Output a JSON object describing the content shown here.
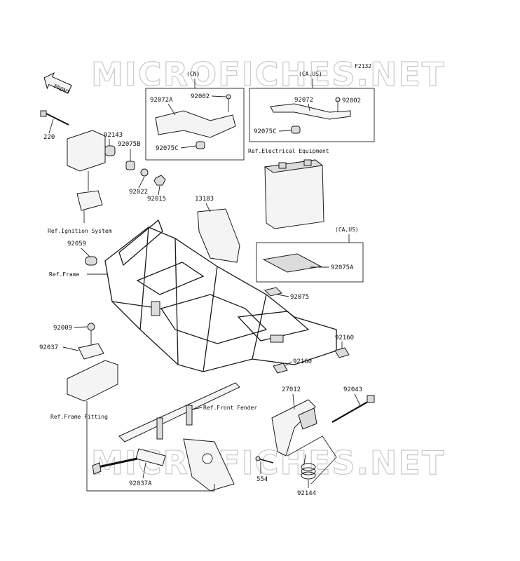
{
  "diagram_code": "F2132",
  "watermark": "MICROFICHES.NET",
  "front_label": "FRONT",
  "variant_labels": {
    "cn": "(CN)",
    "ca_us_top": "(CA,US)",
    "ca_us_battery": "(CA,US)"
  },
  "references": {
    "electrical": "Ref.Electrical Equipment",
    "ignition": "Ref.Ignition System",
    "frame": "Ref.Frame",
    "front_fender": "Ref.Front Fender",
    "frame_fitting": "Ref.Frame Fitting"
  },
  "parts": {
    "p92072A": "92072A",
    "p92002_cn": "92002",
    "p92075C_cn": "92075C",
    "p92072": "92072",
    "p92002_us": "92002",
    "p92075C_us": "92075C",
    "p220": "220",
    "p92143": "92143",
    "p92075B": "92075B",
    "p92022": "92022",
    "p92015": "92015",
    "p13183": "13183",
    "p92059": "92059",
    "p92075A": "92075A",
    "p92075": "92075",
    "p92009": "92009",
    "p92037": "92037",
    "p92160a": "92160",
    "p92160b": "92160",
    "p27012": "27012",
    "p92043": "92043",
    "p554": "554",
    "p92144": "92144",
    "p92037A": "92037A"
  }
}
